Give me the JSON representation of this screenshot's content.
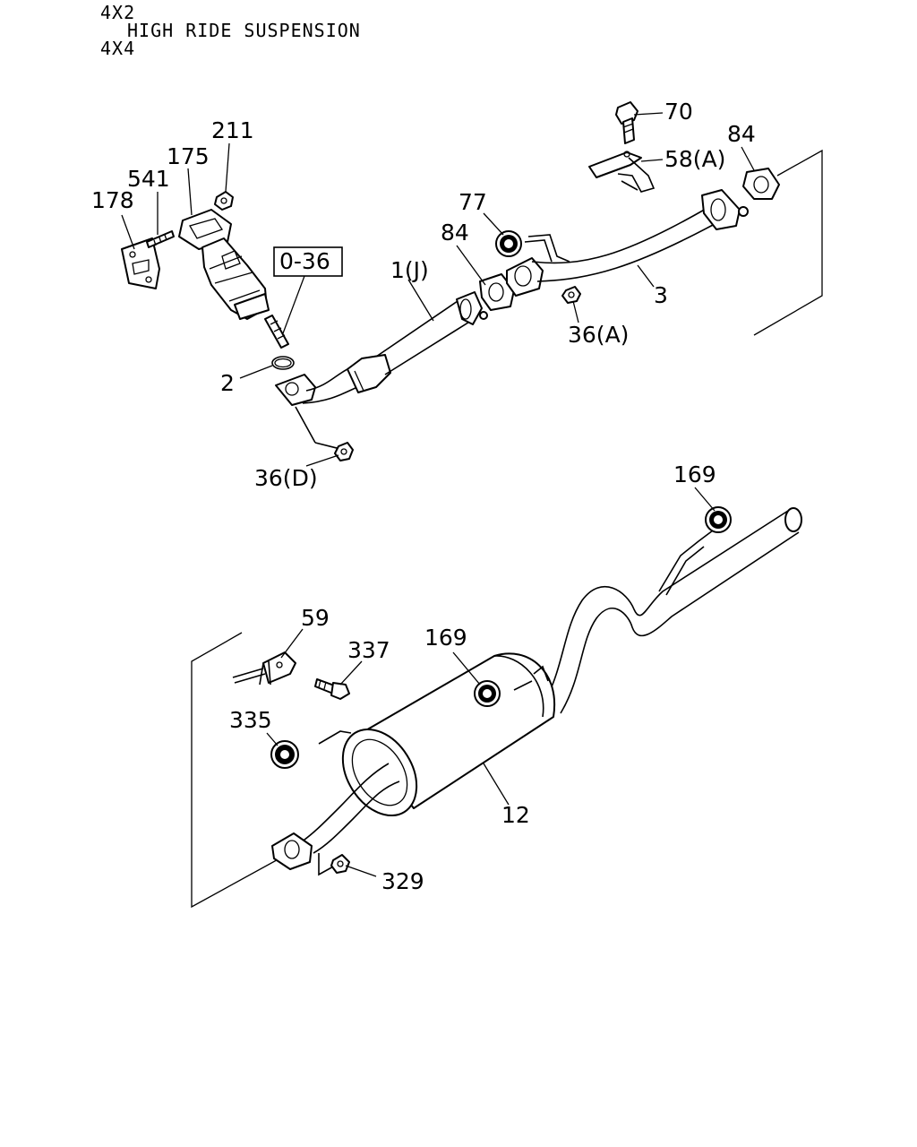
{
  "header": {
    "line1": "4X2",
    "line2": "HIGH RIDE SUSPENSION",
    "line3": "4X4"
  },
  "callouts": {
    "c211": "211",
    "c175": "175",
    "c541": "541",
    "c178": "178",
    "c036": "0-36",
    "c2": "2",
    "c36d": "36(D)",
    "c1j": "1(J)",
    "c84a": "84",
    "c77": "77",
    "c70": "70",
    "c58a": "58(A)",
    "c84b": "84",
    "c3": "3",
    "c36a": "36(A)",
    "c169a": "169",
    "c59": "59",
    "c337": "337",
    "c169b": "169",
    "c335": "335",
    "c12": "12",
    "c329": "329"
  },
  "colors": {
    "ink": "#000000",
    "paper": "#ffffff"
  }
}
